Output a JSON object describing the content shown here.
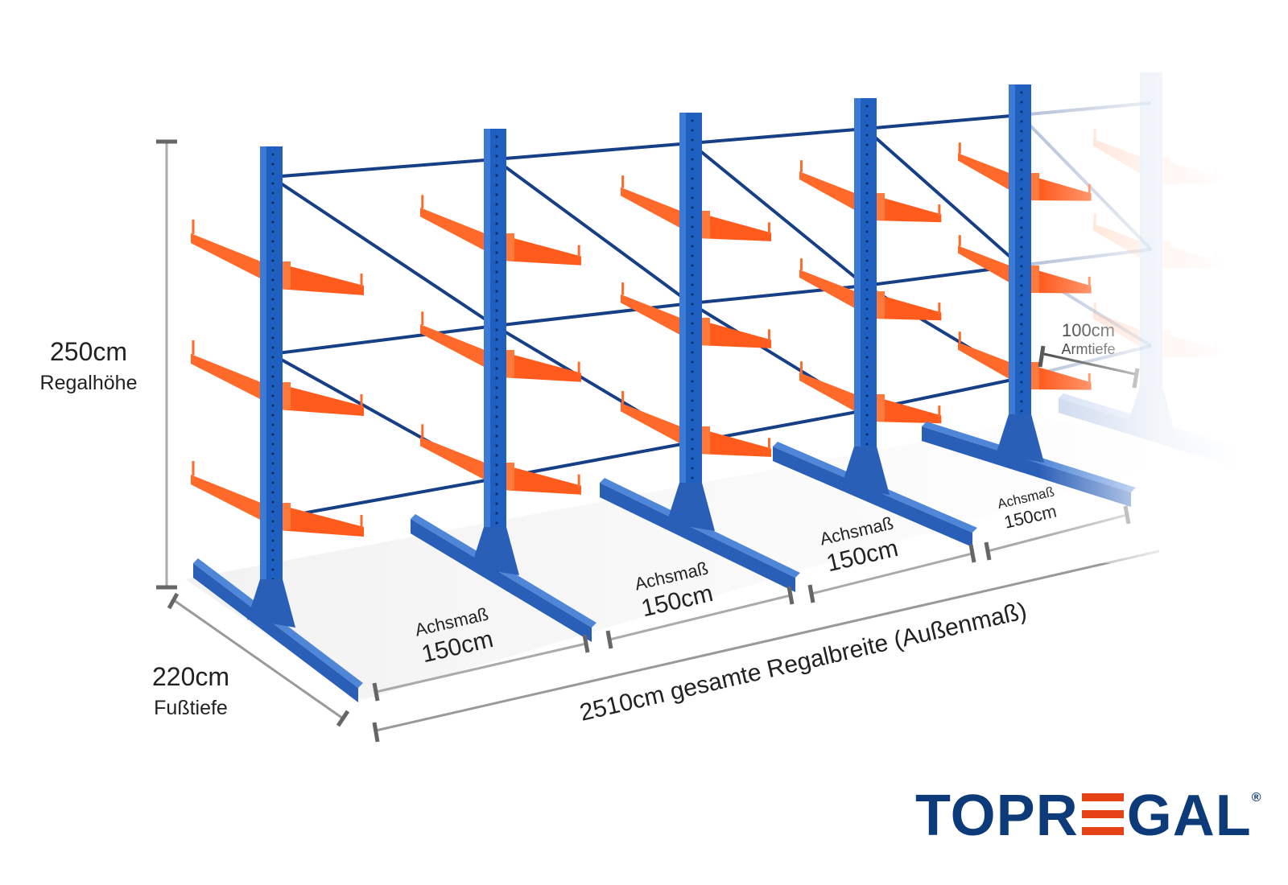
{
  "dimensions": {
    "height_value": "250cm",
    "height_label": "Regalhöhe",
    "depth_value": "220cm",
    "depth_label": "Fußtiefe",
    "arm_value": "100cm",
    "arm_label": "Armtiefe",
    "bay_label": "Achsmaß",
    "bay_value": "150cm",
    "total_width": "2510cm gesamte Regalbreite  (Außenmaß)"
  },
  "brand": {
    "name_part1": "TOPR",
    "name_part2": "GAL",
    "registered": "®"
  },
  "colors": {
    "upright": "#1f5fbf",
    "arm": "#ff6a2a",
    "brace": "#173f86",
    "logo_blue": "#0d3b7a",
    "logo_red": "#e54316"
  }
}
